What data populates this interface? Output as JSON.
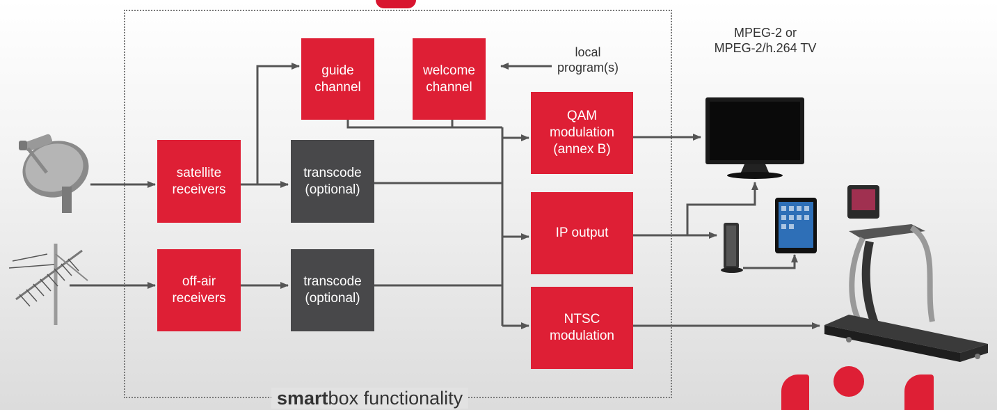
{
  "diagram": {
    "frame_label_bold": "smart",
    "frame_label_rest": "box functionality",
    "local_program_label": "local\nprogram(s)",
    "tv_label": "MPEG-2 or\nMPEG-2/h.264 TV",
    "boxes": {
      "guide": "guide\nchannel",
      "welcome": "welcome\nchannel",
      "satellite": "satellite\nreceivers",
      "transcode_top": "transcode\n(optional)",
      "offair": "off-air\nreceivers",
      "transcode_bottom": "transcode\n(optional)",
      "qam": "QAM\nmodulation\n(annex B)",
      "ip": "IP output",
      "ntsc": "NTSC\nmodulation"
    }
  },
  "colors": {
    "accent_red": "#de1f35",
    "dark_box": "#48484a",
    "line": "#555555"
  },
  "icons": [
    "satellite-dish-icon",
    "antenna-icon",
    "tv-icon",
    "router-icon",
    "tablet-icon",
    "treadmill-icon"
  ]
}
